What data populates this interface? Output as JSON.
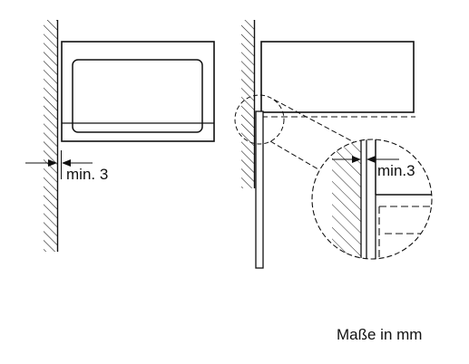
{
  "labels": {
    "front_clearance": "min. 3",
    "detail_clearance": "min.3",
    "units_note": "Maße in mm"
  },
  "colors": {
    "stroke": "#111111",
    "background": "#ffffff"
  }
}
